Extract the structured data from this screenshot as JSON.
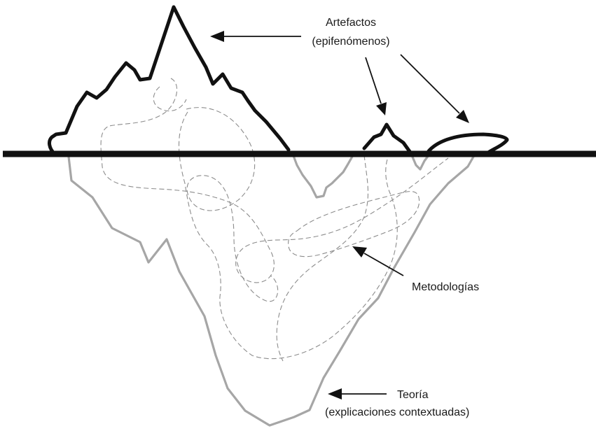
{
  "labels": {
    "artefactos_line1": "Artefactos",
    "artefactos_line2": "(epifenómenos)",
    "metodologias": "Metodologías",
    "teoria_line1": "Teoría",
    "teoria_line2": "(explicaciones contextuadas)"
  },
  "colors": {
    "above_water": "#111111",
    "below_water": "#a6a6a6",
    "dashed_paths": "#8c8c8c",
    "waterline": "#111111"
  }
}
